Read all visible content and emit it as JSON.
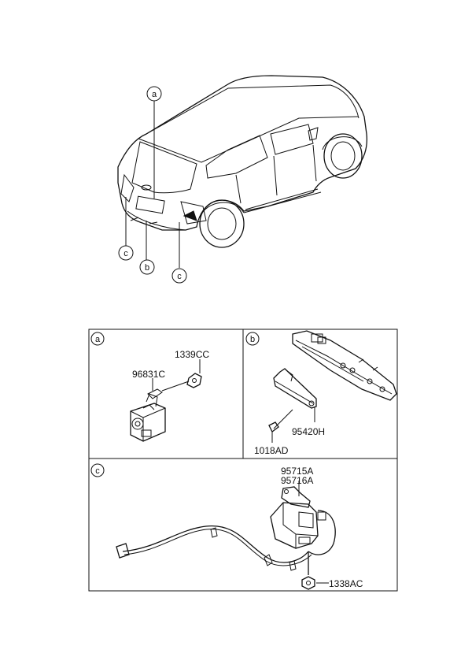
{
  "overview": {
    "callouts": [
      "a",
      "b",
      "c",
      "c"
    ]
  },
  "panels": {
    "a": {
      "tag": "a",
      "parts": [
        "1339CC",
        "96831C"
      ]
    },
    "b": {
      "tag": "b",
      "parts": [
        "95420H",
        "1018AD"
      ]
    },
    "c": {
      "tag": "c",
      "parts": [
        "95715A",
        "95716A",
        "1338AC"
      ]
    }
  }
}
